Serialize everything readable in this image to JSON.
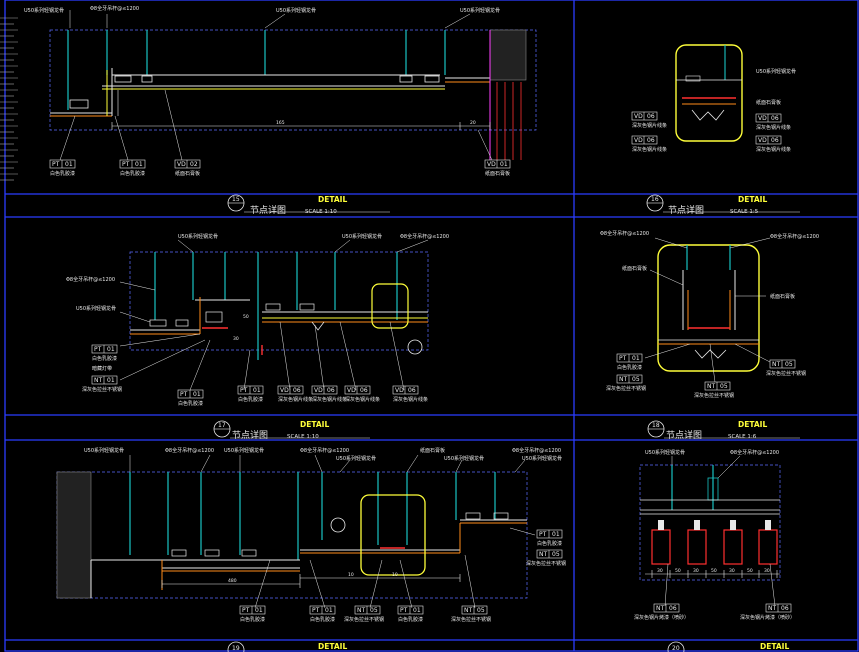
{
  "labels": {
    "u50_keel": "U50系列轻钢龙骨",
    "hanger_rod": "Φ8全牙吊杆@≤1200",
    "latex_paint": "白色乳胶漆",
    "gypsum_board": "纸面石膏板",
    "light_strip": "暗藏灯带",
    "stainless_steel": "深灰色拉丝不锈钢",
    "paper_plaster": "纸面石膏板",
    "dark_gray_steel_line": "深灰色钢片线条",
    "paint_bake": "深灰色钢片烤漆（喷砂）"
  },
  "codes": {
    "pt": "PT",
    "ol": "01",
    "vd": "VD",
    "nt": "NT",
    "n02": "02",
    "n05": "05",
    "n06": "06"
  },
  "detail_word": "DETAIL",
  "title_text": "节点详图",
  "panels": [
    {
      "num": "15",
      "scale": "SCALE  1:10"
    },
    {
      "num": "16",
      "scale": "SCALE  1:5"
    },
    {
      "num": "17",
      "scale": "SCALE  1:10"
    },
    {
      "num": "18",
      "scale": "SCALE  1:6"
    },
    {
      "num": "19",
      "scale": ""
    },
    {
      "num": "20",
      "scale": ""
    }
  ],
  "dims": {
    "p15_span": "165",
    "p15_right": "20",
    "p17_a": "30",
    "p17_b": "50",
    "p19_a": "480",
    "p19_b": "10",
    "p19_c": "10",
    "p20_a": "30",
    "p20_b": "50"
  },
  "colors": {
    "frame": "#2b3cff",
    "yellow": "#ffff3a",
    "cyan": "#19c3c3",
    "red": "#ff3030",
    "orange": "#ff8c1a",
    "background": "#000000"
  }
}
